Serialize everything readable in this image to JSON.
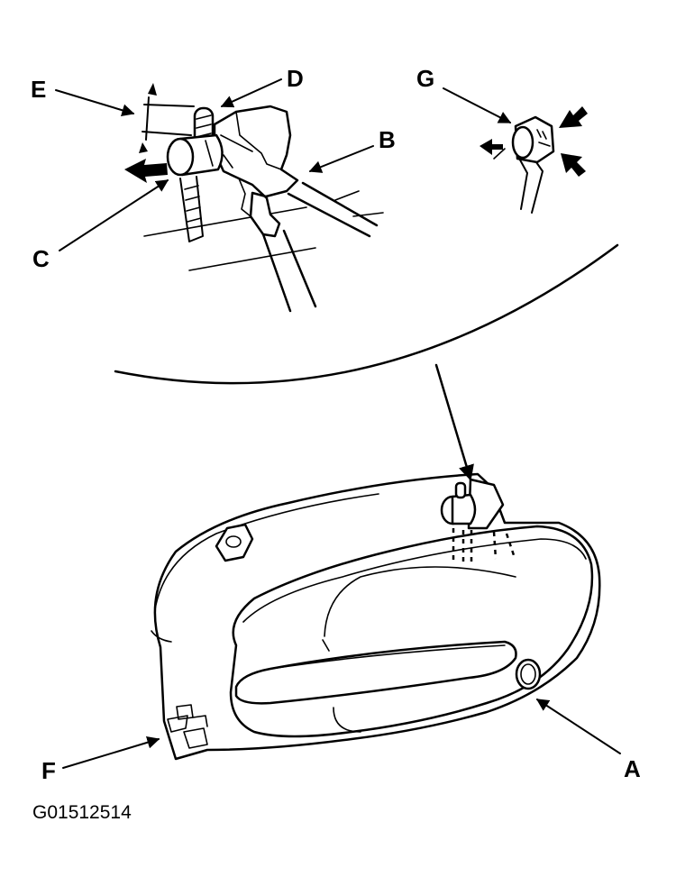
{
  "labels": {
    "a": "A",
    "b": "B",
    "c": "C",
    "d": "D",
    "e": "E",
    "f": "F",
    "g": "G"
  },
  "figure_code": "G01512514"
}
